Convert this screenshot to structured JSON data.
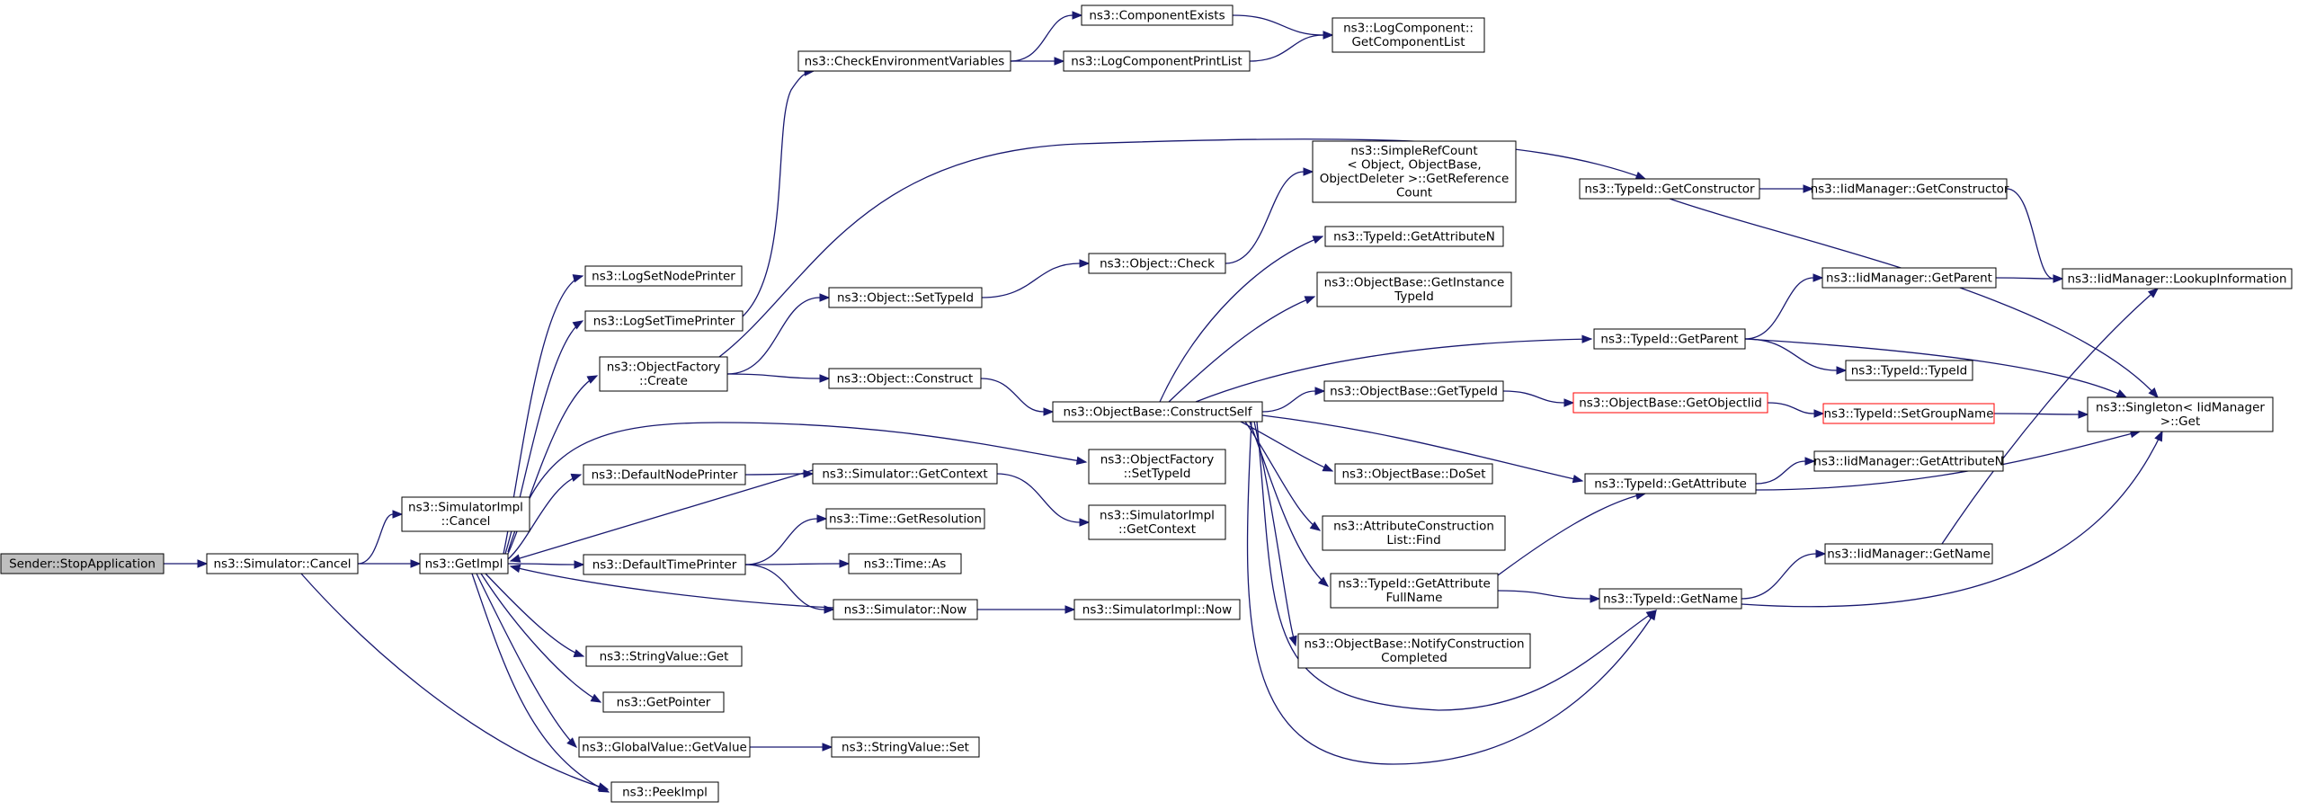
{
  "graph": {
    "colors": {
      "edge": "#191970",
      "node_border": "#000000",
      "root_fill": "#bfbfbf",
      "truncated_border": "#ff0000"
    },
    "nodes": [
      {
        "id": "n0",
        "lines": [
          "Sender::StopApplication"
        ]
      },
      {
        "id": "n1",
        "lines": [
          "ns3::Simulator::Cancel"
        ]
      },
      {
        "id": "n2",
        "lines": [
          "ns3::SimulatorImpl",
          "::Cancel"
        ]
      },
      {
        "id": "n3",
        "lines": [
          "ns3::GetImpl"
        ]
      },
      {
        "id": "n4",
        "lines": [
          "ns3::PeekImpl"
        ]
      },
      {
        "id": "n5",
        "lines": [
          "ns3::LogSetNodePrinter"
        ]
      },
      {
        "id": "n6",
        "lines": [
          "ns3::LogSetTimePrinter"
        ]
      },
      {
        "id": "n7",
        "lines": [
          "ns3::ObjectFactory",
          "::Create"
        ]
      },
      {
        "id": "n8",
        "lines": [
          "ns3::DefaultNodePrinter"
        ]
      },
      {
        "id": "n9",
        "lines": [
          "ns3::DefaultTimePrinter"
        ]
      },
      {
        "id": "n10",
        "lines": [
          "ns3::StringValue::Get"
        ]
      },
      {
        "id": "n11",
        "lines": [
          "ns3::GetPointer"
        ]
      },
      {
        "id": "n12",
        "lines": [
          "ns3::GlobalValue::GetValue"
        ]
      },
      {
        "id": "n13",
        "lines": [
          "ns3::CheckEnvironmentVariables"
        ]
      },
      {
        "id": "n14",
        "lines": [
          "ns3::Object::SetTypeId"
        ]
      },
      {
        "id": "n15",
        "lines": [
          "ns3::Object::Construct"
        ]
      },
      {
        "id": "n16",
        "lines": [
          "ns3::Simulator::GetContext"
        ]
      },
      {
        "id": "n17",
        "lines": [
          "ns3::Time::GetResolution"
        ]
      },
      {
        "id": "n18",
        "lines": [
          "ns3::Time::As"
        ]
      },
      {
        "id": "n19",
        "lines": [
          "ns3::Simulator::Now"
        ]
      },
      {
        "id": "n20",
        "lines": [
          "ns3::StringValue::Set"
        ]
      },
      {
        "id": "n21",
        "lines": [
          "ns3::ComponentExists"
        ]
      },
      {
        "id": "n22",
        "lines": [
          "ns3::LogComponentPrintList"
        ]
      },
      {
        "id": "n23",
        "lines": [
          "ns3::Object::Check"
        ]
      },
      {
        "id": "n24",
        "lines": [
          "ns3::ObjectBase::ConstructSelf"
        ]
      },
      {
        "id": "n25",
        "lines": [
          "ns3::ObjectFactory",
          "::SetTypeId"
        ]
      },
      {
        "id": "n26",
        "lines": [
          "ns3::SimulatorImpl",
          "::GetContext"
        ]
      },
      {
        "id": "n27",
        "lines": [
          "ns3::SimulatorImpl::Now"
        ]
      },
      {
        "id": "n28",
        "lines": [
          "ns3::LogComponent::",
          "GetComponentList"
        ]
      },
      {
        "id": "n29",
        "lines": [
          "ns3::SimpleRefCount",
          "< Object, ObjectBase,",
          "ObjectDeleter >::GetReference",
          "Count"
        ]
      },
      {
        "id": "n30",
        "lines": [
          "ns3::TypeId::GetAttributeN"
        ]
      },
      {
        "id": "n31",
        "lines": [
          "ns3::ObjectBase::GetInstance",
          "TypeId"
        ]
      },
      {
        "id": "n32",
        "lines": [
          "ns3::ObjectBase::GetTypeId"
        ]
      },
      {
        "id": "n33",
        "lines": [
          "ns3::ObjectBase::DoSet"
        ]
      },
      {
        "id": "n34",
        "lines": [
          "ns3::AttributeConstruction",
          "List::Find"
        ]
      },
      {
        "id": "n35",
        "lines": [
          "ns3::TypeId::GetAttribute",
          "FullName"
        ]
      },
      {
        "id": "n36",
        "lines": [
          "ns3::ObjectBase::NotifyConstruction",
          "Completed"
        ]
      },
      {
        "id": "n37",
        "lines": [
          "ns3::TypeId::GetConstructor"
        ]
      },
      {
        "id": "n38",
        "lines": [
          "ns3::TypeId::GetParent"
        ]
      },
      {
        "id": "n39",
        "lines": [
          "ns3::ObjectBase::GetObjectIid"
        ]
      },
      {
        "id": "n40",
        "lines": [
          "ns3::TypeId::GetAttribute"
        ]
      },
      {
        "id": "n41",
        "lines": [
          "ns3::TypeId::GetName"
        ]
      },
      {
        "id": "n42",
        "lines": [
          "ns3::IidManager::GetConstructor"
        ]
      },
      {
        "id": "n43",
        "lines": [
          "ns3::IidManager::GetParent"
        ]
      },
      {
        "id": "n44",
        "lines": [
          "ns3::TypeId::TypeId"
        ]
      },
      {
        "id": "n45",
        "lines": [
          "ns3::TypeId::SetGroupName"
        ]
      },
      {
        "id": "n46",
        "lines": [
          "ns3::IidManager::GetAttributeN"
        ]
      },
      {
        "id": "n47",
        "lines": [
          "ns3::IidManager::GetName"
        ]
      },
      {
        "id": "n48",
        "lines": [
          "ns3::IidManager::LookupInformation"
        ]
      },
      {
        "id": "n49",
        "lines": [
          "ns3::Singleton< IidManager",
          ">::Get"
        ]
      }
    ]
  }
}
